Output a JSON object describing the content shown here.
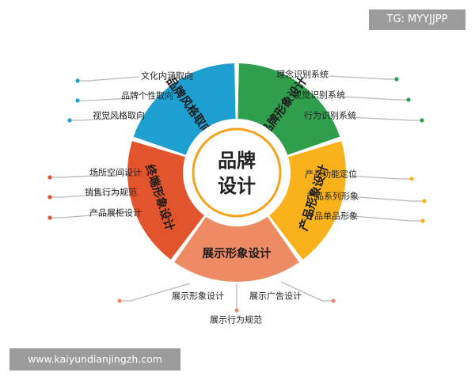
{
  "watermark": {
    "tag": "TG: MYYJJPP",
    "url": "www.kaiyundianjingzh.com"
  },
  "center": {
    "line1": "品牌",
    "line2": "设计"
  },
  "segments": [
    {
      "id": "brand-style",
      "label": "品牌风格取向",
      "color": "#1d9fd0",
      "items": [
        "文化内涵取向",
        "品牌个性取向",
        "视觉风格取向"
      ]
    },
    {
      "id": "brand-image",
      "label": "品牌形象设计",
      "color": "#2f9e4d",
      "items": [
        "理念识别系统",
        "视觉识别系统",
        "行为识别系统"
      ]
    },
    {
      "id": "product-image",
      "label": "产品形象设计",
      "color": "#f9b21c",
      "items": [
        "产品功能定位",
        "产品系列形象",
        "产品单品形象"
      ]
    },
    {
      "id": "display-image",
      "label": "展示形象设计",
      "color": "#ed8b65",
      "items": [
        "展示形象设计",
        "展示行为规范",
        "展示广告设计"
      ]
    },
    {
      "id": "terminal-image",
      "label": "终端形象设计",
      "color": "#e2542c",
      "items": [
        "场所空间设计",
        "销售行为规范",
        "产品展柜设计"
      ]
    }
  ],
  "colors": {
    "leader_line": "#b9b9b9",
    "center_ring": "#f6a21b",
    "watermark_bg": "#9c9c9c"
  }
}
